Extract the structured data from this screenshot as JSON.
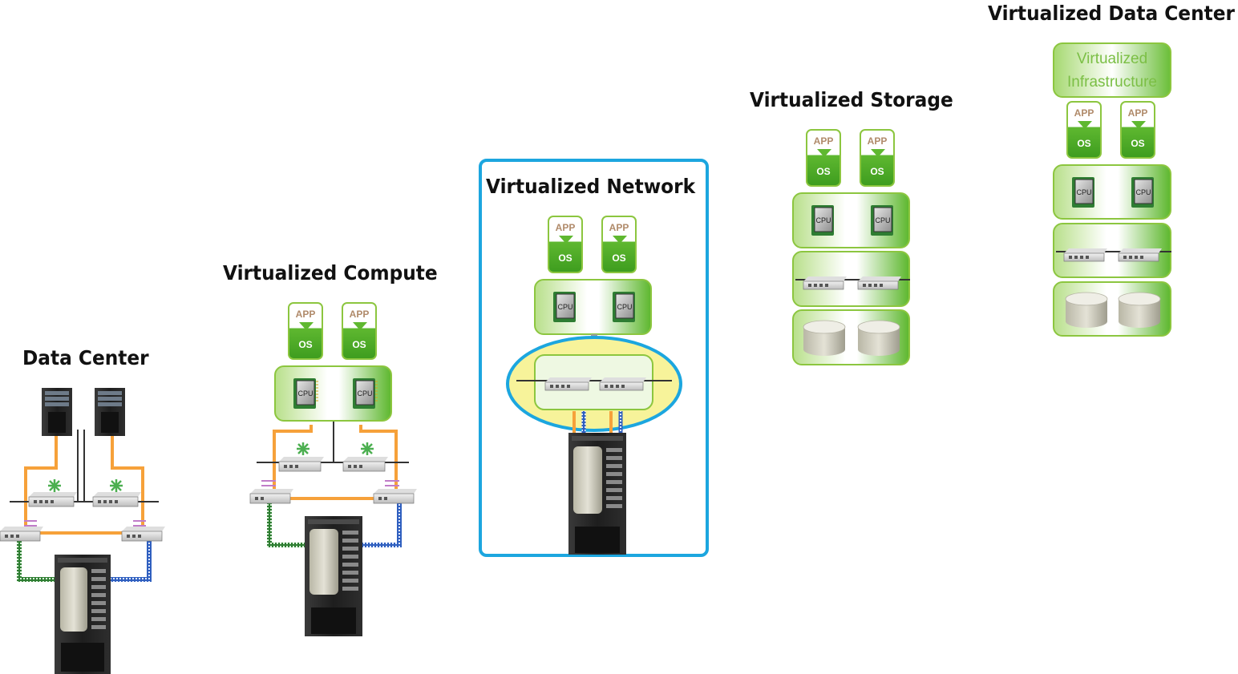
{
  "titles": {
    "data_center": "Data Center",
    "virtualized_compute": "Virtualized Compute",
    "virtualized_network": "Virtualized Network",
    "virtualized_storage": "Virtualized Storage",
    "virtualized_data_center": "Virtualized Data Center"
  },
  "vm": {
    "app_label": "APP",
    "os_label": "OS"
  },
  "cpu_label": "CPU",
  "infrastructure_label": "Virtualized Infrastructure",
  "colors": {
    "green_border": "#8cc63f",
    "green_fill": "#5fb830",
    "highlight_border": "#1ca6df",
    "highlight_ellipse": "#f7f39a",
    "link_orange": "#f6a13a",
    "link_green": "#2e7d32",
    "link_blue": "#2f5fbf"
  },
  "icons": [
    "server-tower-icon",
    "network-switch-icon",
    "cpu-chip-icon",
    "storage-disk-icon",
    "storage-array-icon",
    "vm-app-os-icon"
  ]
}
